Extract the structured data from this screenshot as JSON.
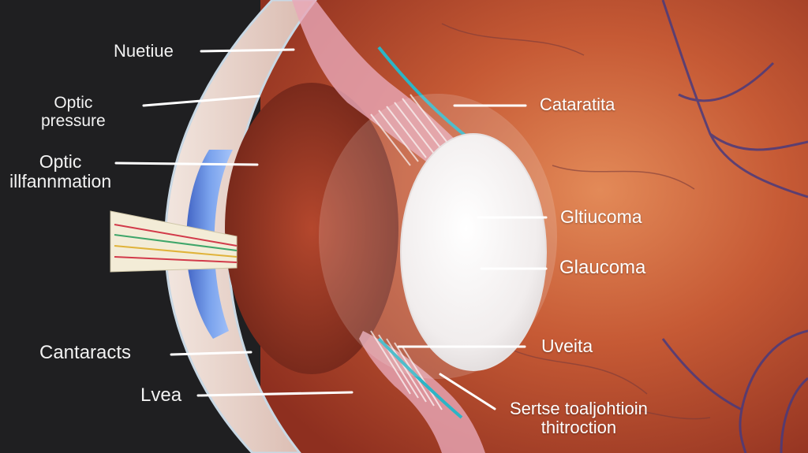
{
  "labels": {
    "nuetiue": "Nuetiue",
    "optic_pressure_line1": "Optic",
    "optic_pressure_line2": "pressure",
    "optic_inflammation_line1": "Optic",
    "optic_inflammation_line2": "illfannmation",
    "cantaracts": "Cantaracts",
    "lvea": "Lvea",
    "cataratita": "Cataratita",
    "gltiucoma": "Gltiucoma",
    "glaucoma": "Glaucoma",
    "uveita": "Uveita",
    "sertse_line1": "Sertse toaljohtioin",
    "sertse_line2": "thitroction"
  },
  "colors": {
    "left_background": "#1f1f21",
    "retina_red": "#b0412a",
    "retina_orange": "#d97a4a",
    "vessel": "#5a3a7a",
    "sclera": "#e9d8d0",
    "lens": "#f4f1f1",
    "cornea_blue": "#3f6fd8",
    "leader_line": "#ffffff"
  }
}
